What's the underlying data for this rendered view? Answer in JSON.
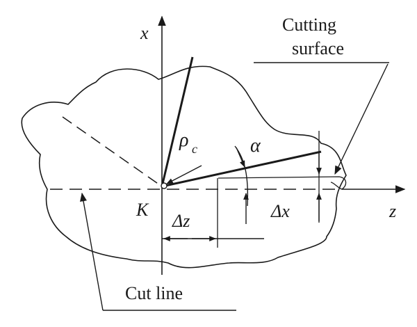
{
  "labels": {
    "x_axis": "x",
    "z_axis": "z",
    "origin": "K",
    "rho": "ρ",
    "rho_sub": "c",
    "alpha": "α",
    "delta_z": "Δz",
    "delta_x": "Δx",
    "cutting_surface_line1": "Cutting",
    "cutting_surface_line2": "surface",
    "cut_line": "Cut line"
  },
  "colors": {
    "ink": "#1a1a1a",
    "background": "#ffffff"
  }
}
